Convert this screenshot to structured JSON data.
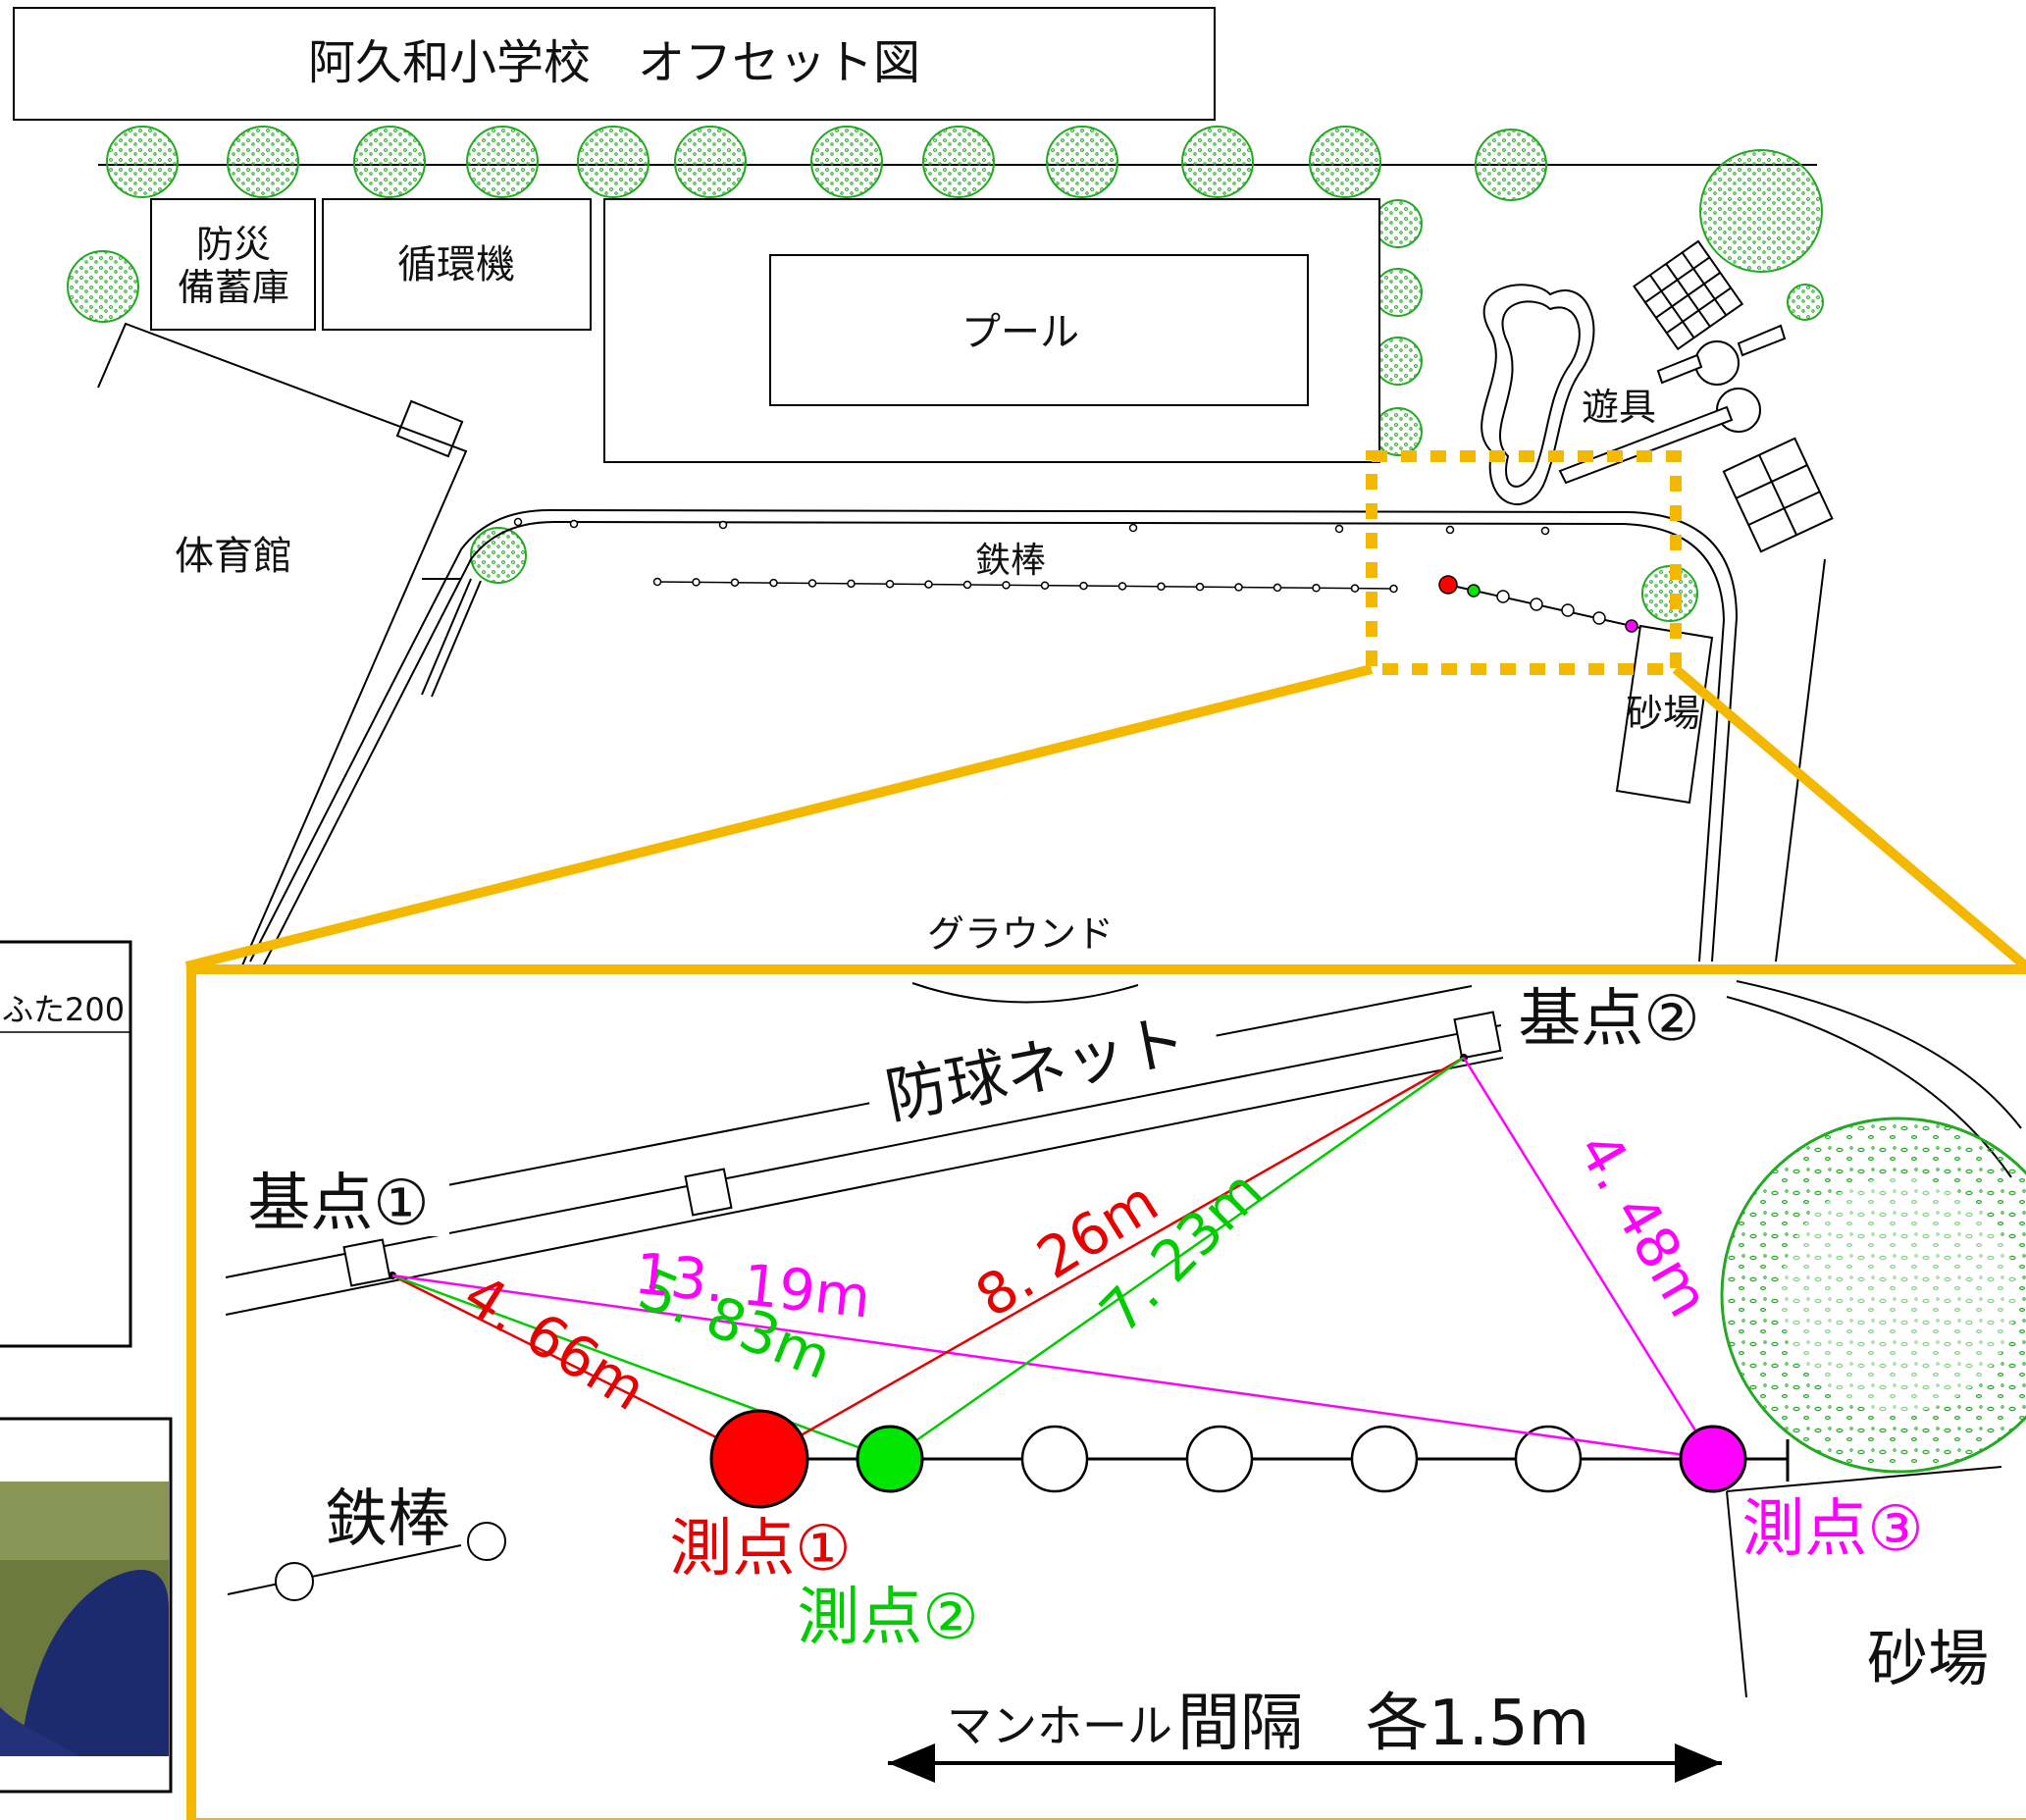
{
  "title": "阿久和小学校　オフセット図",
  "buildings": {
    "bousai_1": "防災",
    "bousai_2": "備蓄庫",
    "junkanki": "循環機",
    "pool": "プール",
    "taiikukan": "体育館",
    "yugu": "遊具",
    "tetsubou": "鉄棒",
    "sunaba": "砂場",
    "ground": "グラウンド"
  },
  "side_panel": {
    "text": "ふた200"
  },
  "inset": {
    "net_label": "防球ネット",
    "base1": "基点①",
    "base2": "基点②",
    "tetsubou": "鉄棒",
    "sunaba": "砂場",
    "p1": "測点①",
    "p2": "測点②",
    "p3": "測点③",
    "spacing_small": "マンホール",
    "spacing_big": "間隔　各1.5m"
  },
  "measurements": [
    {
      "id": "b1-p1",
      "from": "基点①",
      "to": "測点①",
      "distance_m": 4.66,
      "label": "4. 66m",
      "color": "#e60000"
    },
    {
      "id": "b1-p2",
      "from": "基点①",
      "to": "測点②",
      "distance_m": 5.83,
      "label": "5. 83m",
      "color": "#00cc00"
    },
    {
      "id": "b1-p3",
      "from": "基点①",
      "to": "測点③",
      "distance_m": 13.19,
      "label": "13. 19m",
      "color": "#ff00ff"
    },
    {
      "id": "b2-p1",
      "from": "基点②",
      "to": "測点①",
      "distance_m": 8.26,
      "label": "8. 26m",
      "color": "#e60000"
    },
    {
      "id": "b2-p2",
      "from": "基点②",
      "to": "測点②",
      "distance_m": 7.23,
      "label": "7. 23m",
      "color": "#00cc00"
    },
    {
      "id": "b2-p3",
      "from": "基点②",
      "to": "測点③",
      "distance_m": 4.48,
      "label": "4. 48m",
      "color": "#ff00ff"
    }
  ],
  "colors": {
    "highlight": "#f5b800",
    "p1": "#ff0000",
    "p2": "#00e600",
    "p3": "#ff00ff",
    "tree": "#22aa22"
  }
}
